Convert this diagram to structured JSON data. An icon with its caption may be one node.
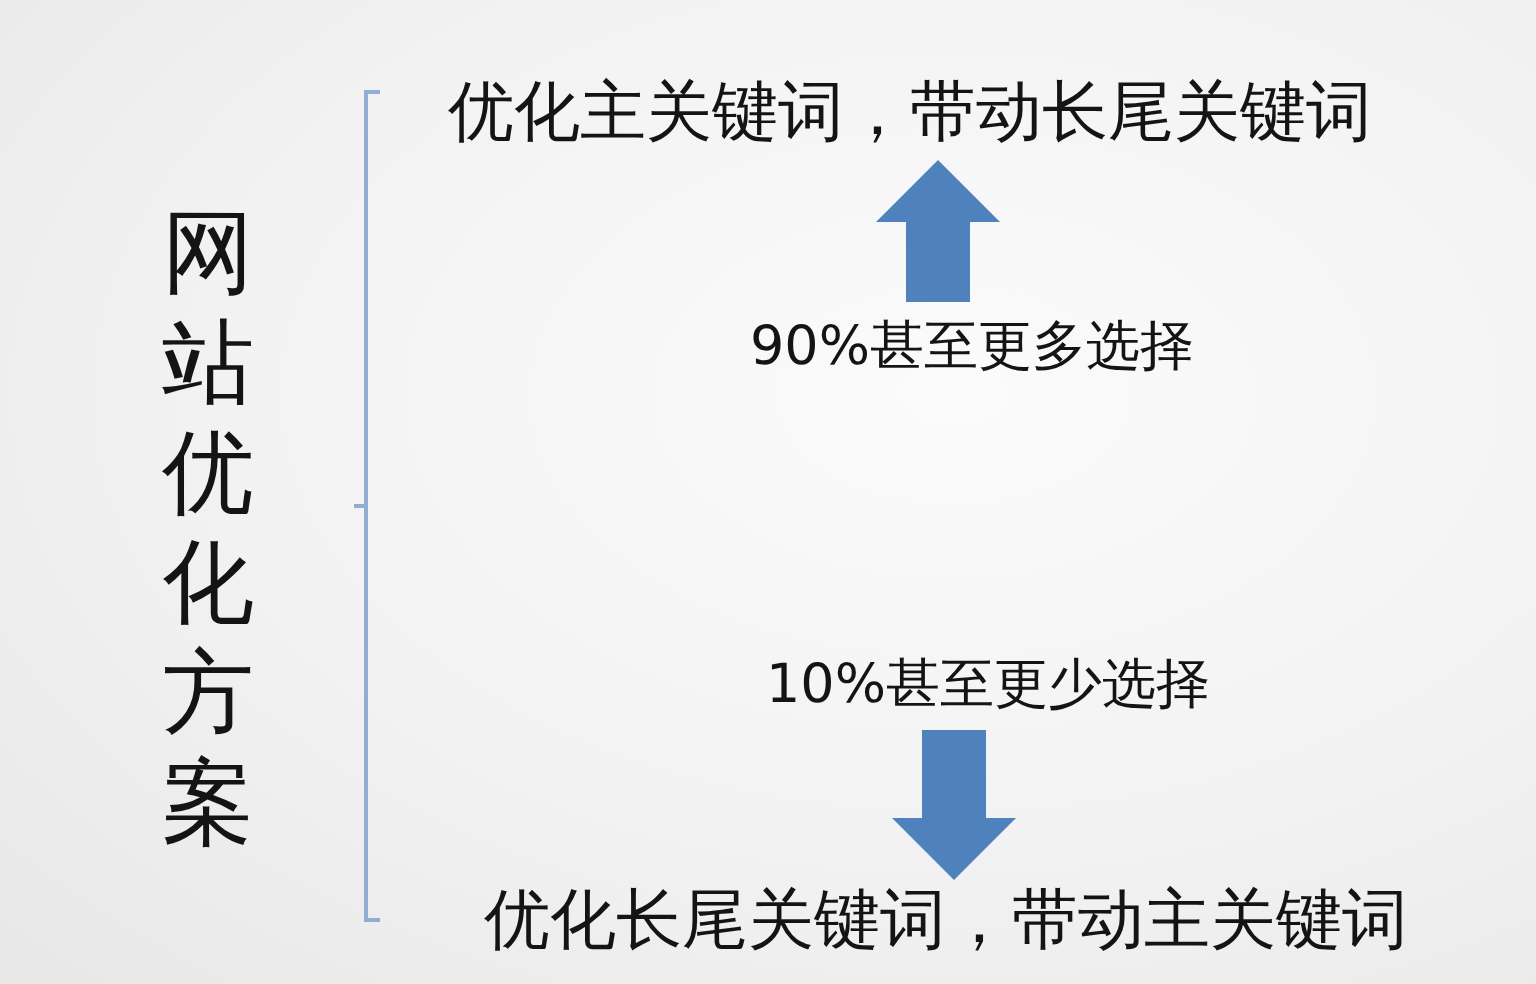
{
  "diagram": {
    "nodes": [
      {
        "text": [
          "网站优化方案"
        ]
      },
      {
        "text": [
          "优化主关键词，带动长尾关键词"
        ]
      },
      {
        "text": [
          "90%甚至更多选择"
        ]
      },
      {
        "text": [
          "10%甚至更少选择"
        ]
      },
      {
        "text": [
          "优化长尾关键词，带动主关键词"
        ]
      }
    ],
    "edges": [
      {
        "from": 2,
        "to": 1,
        "arrow": "to"
      },
      {
        "from": 3,
        "to": 4,
        "arrow": "to"
      }
    ]
  }
}
